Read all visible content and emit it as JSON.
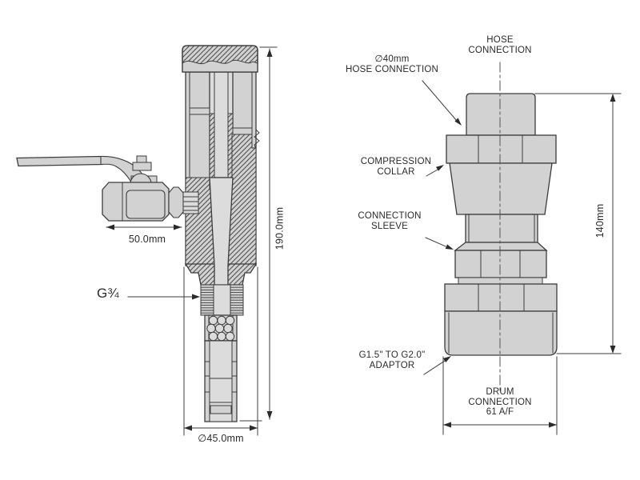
{
  "drawing": {
    "background": "#ffffff",
    "colors": {
      "part_fill": "#d2d2d2",
      "bore_fill": "#dcdcdc",
      "outline": "#3c3c3c",
      "hatch_line": "#4a4a4a",
      "text": "#2b2b2b"
    },
    "left": {
      "thread_label": "G¾",
      "dim_valve_offset": "50.0mm",
      "dim_overall_height": "190.0mm",
      "dim_body_diameter": "∅45.0mm"
    },
    "right": {
      "label_hose_top": "HOSE\nCONNECTION",
      "label_hose_diameter": "∅40mm\nHOSE CONNECTION",
      "label_compression_collar": "COMPRESSION\nCOLLAR",
      "label_connection_sleeve": "CONNECTION\nSLEEVE",
      "label_adaptor": "G1.5\" TO G2.0\"\nADAPTOR",
      "label_drum": "DRUM\nCONNECTION\n61 A/F",
      "dim_overall_height": "140mm"
    }
  }
}
